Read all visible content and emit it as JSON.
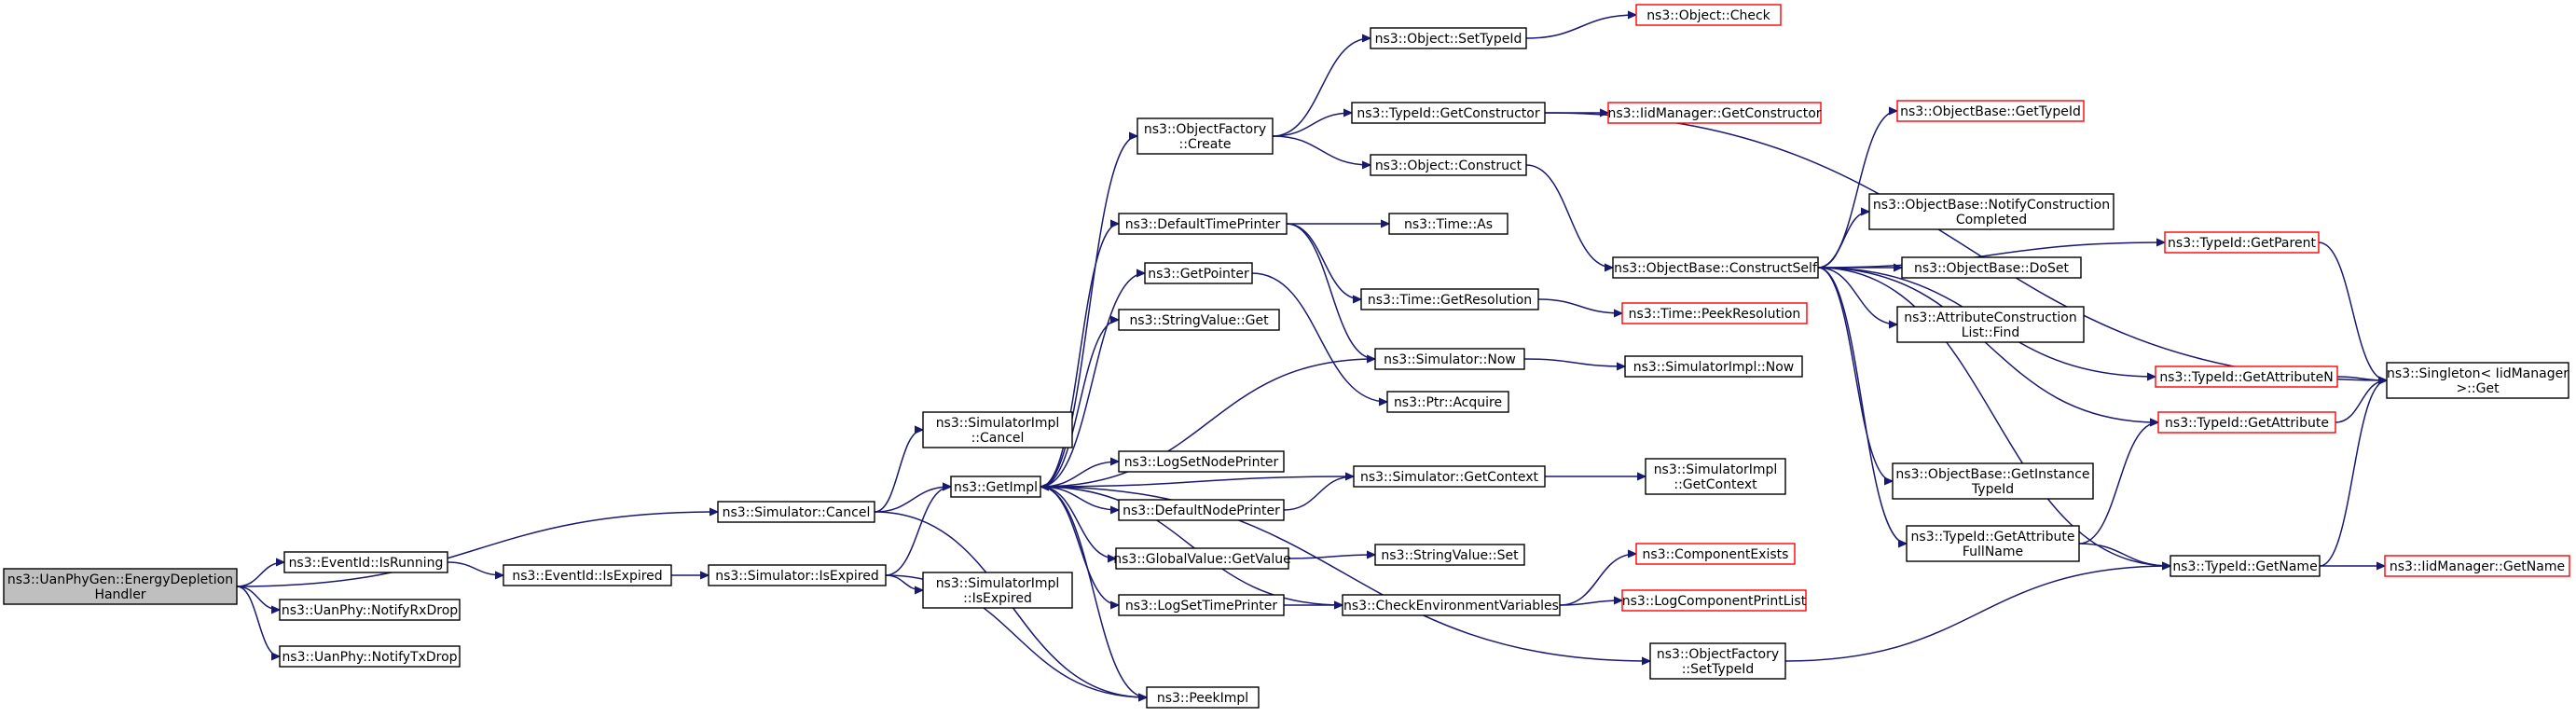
{
  "colors": {
    "edge": "#191970",
    "border": "#000000",
    "incomplete_border": "#ff0000",
    "root_fill": "#bfbfbf"
  },
  "nodes": [
    {
      "id": "uan_energy",
      "lines": [
        "ns3::UanPhyGen::EnergyDepletion",
        "Handler"
      ],
      "root": true,
      "red": false
    },
    {
      "id": "sim_cancel",
      "lines": [
        "ns3::Simulator::Cancel"
      ],
      "red": false
    },
    {
      "id": "eventid_isrunning",
      "lines": [
        "ns3::EventId::IsRunning"
      ],
      "red": false
    },
    {
      "id": "notify_rx",
      "lines": [
        "ns3::UanPhy::NotifyRxDrop"
      ],
      "red": false
    },
    {
      "id": "notify_tx",
      "lines": [
        "ns3::UanPhy::NotifyTxDrop"
      ],
      "red": false
    },
    {
      "id": "simimpl_cancel",
      "lines": [
        "ns3::SimulatorImpl",
        "::Cancel"
      ],
      "red": false
    },
    {
      "id": "getimpl",
      "lines": [
        "ns3::GetImpl"
      ],
      "red": false
    },
    {
      "id": "peekimpl",
      "lines": [
        "ns3::PeekImpl"
      ],
      "red": false
    },
    {
      "id": "eventid_isexpired",
      "lines": [
        "ns3::EventId::IsExpired"
      ],
      "red": false
    },
    {
      "id": "sim_isexpired",
      "lines": [
        "ns3::Simulator::IsExpired"
      ],
      "red": false
    },
    {
      "id": "simimpl_isexpired",
      "lines": [
        "ns3::SimulatorImpl",
        "::IsExpired"
      ],
      "red": false
    },
    {
      "id": "objfactory_create",
      "lines": [
        "ns3::ObjectFactory",
        "::Create"
      ],
      "red": false
    },
    {
      "id": "default_time_printer",
      "lines": [
        "ns3::DefaultTimePrinter"
      ],
      "red": false
    },
    {
      "id": "getpointer",
      "lines": [
        "ns3::GetPointer"
      ],
      "red": false
    },
    {
      "id": "stringvalue_get",
      "lines": [
        "ns3::StringValue::Get"
      ],
      "red": false
    },
    {
      "id": "lognodeprinter",
      "lines": [
        "ns3::LogSetNodePrinter"
      ],
      "red": false
    },
    {
      "id": "default_node_printer",
      "lines": [
        "ns3::DefaultNodePrinter"
      ],
      "red": false
    },
    {
      "id": "globalvalue_getvalue",
      "lines": [
        "ns3::GlobalValue::GetValue"
      ],
      "red": false
    },
    {
      "id": "logsettimeprinter",
      "lines": [
        "ns3::LogSetTimePrinter"
      ],
      "red": false
    },
    {
      "id": "object_settypeid",
      "lines": [
        "ns3::Object::SetTypeId"
      ],
      "red": false
    },
    {
      "id": "typeid_getconstructor",
      "lines": [
        "ns3::TypeId::GetConstructor"
      ],
      "red": false
    },
    {
      "id": "object_construct",
      "lines": [
        "ns3::Object::Construct"
      ],
      "red": false
    },
    {
      "id": "time_as",
      "lines": [
        "ns3::Time::As"
      ],
      "red": false
    },
    {
      "id": "time_getresolution",
      "lines": [
        "ns3::Time::GetResolution"
      ],
      "red": false
    },
    {
      "id": "simulator_now",
      "lines": [
        "ns3::Simulator::Now"
      ],
      "red": false
    },
    {
      "id": "ptr_acquire",
      "lines": [
        "ns3::Ptr::Acquire"
      ],
      "red": false
    },
    {
      "id": "simulator_getcontext",
      "lines": [
        "ns3::Simulator::GetContext"
      ],
      "red": false
    },
    {
      "id": "stringvalue_set",
      "lines": [
        "ns3::StringValue::Set"
      ],
      "red": false
    },
    {
      "id": "check_env",
      "lines": [
        "ns3::CheckEnvironmentVariables"
      ],
      "red": false
    },
    {
      "id": "objfactory_settypeid",
      "lines": [
        "ns3::ObjectFactory",
        "::SetTypeId"
      ],
      "red": false
    },
    {
      "id": "object_check",
      "lines": [
        "ns3::Object::Check"
      ],
      "red": true
    },
    {
      "id": "iidmanager_getconstructor",
      "lines": [
        "ns3::IidManager::GetConstructor"
      ],
      "red": true
    },
    {
      "id": "objectbase_constructself",
      "lines": [
        "ns3::ObjectBase::ConstructSelf"
      ],
      "red": false
    },
    {
      "id": "time_peekresolution",
      "lines": [
        "ns3::Time::PeekResolution"
      ],
      "red": true
    },
    {
      "id": "simimpl_now",
      "lines": [
        "ns3::SimulatorImpl::Now"
      ],
      "red": false
    },
    {
      "id": "simimpl_getcontext",
      "lines": [
        "ns3::SimulatorImpl",
        "::GetContext"
      ],
      "red": false
    },
    {
      "id": "componentexists",
      "lines": [
        "ns3::ComponentExists"
      ],
      "red": true
    },
    {
      "id": "logcomponentprintlist",
      "lines": [
        "ns3::LogComponentPrintList"
      ],
      "red": true
    },
    {
      "id": "objectbase_gettypeid",
      "lines": [
        "ns3::ObjectBase::GetTypeId"
      ],
      "red": true
    },
    {
      "id": "objectbase_notify",
      "lines": [
        "ns3::ObjectBase::NotifyConstruction",
        "Completed"
      ],
      "red": false
    },
    {
      "id": "objectbase_doset",
      "lines": [
        "ns3::ObjectBase::DoSet"
      ],
      "red": false
    },
    {
      "id": "attrconstr_find",
      "lines": [
        "ns3::AttributeConstruction",
        "List::Find"
      ],
      "red": false
    },
    {
      "id": "objectbase_getinstancetypeid",
      "lines": [
        "ns3::ObjectBase::GetInstance",
        "TypeId"
      ],
      "red": false
    },
    {
      "id": "typeid_getattributefullname",
      "lines": [
        "ns3::TypeId::GetAttribute",
        "FullName"
      ],
      "red": false
    },
    {
      "id": "typeid_getparent",
      "lines": [
        "ns3::TypeId::GetParent"
      ],
      "red": true
    },
    {
      "id": "typeid_getattributen",
      "lines": [
        "ns3::TypeId::GetAttributeN"
      ],
      "red": true
    },
    {
      "id": "typeid_getattribute",
      "lines": [
        "ns3::TypeId::GetAttribute"
      ],
      "red": true
    },
    {
      "id": "typeid_getname",
      "lines": [
        "ns3::TypeId::GetName"
      ],
      "red": false
    },
    {
      "id": "singleton_get",
      "lines": [
        "ns3::Singleton< IidManager",
        " >::Get"
      ],
      "red": false
    },
    {
      "id": "iidmanager_getname",
      "lines": [
        "ns3::IidManager::GetName"
      ],
      "red": true
    }
  ],
  "edges": [
    [
      "uan_energy",
      "sim_cancel"
    ],
    [
      "uan_energy",
      "eventid_isrunning"
    ],
    [
      "uan_energy",
      "notify_rx"
    ],
    [
      "uan_energy",
      "notify_tx"
    ],
    [
      "sim_cancel",
      "simimpl_cancel"
    ],
    [
      "sim_cancel",
      "getimpl"
    ],
    [
      "sim_cancel",
      "peekimpl"
    ],
    [
      "eventid_isrunning",
      "eventid_isexpired"
    ],
    [
      "eventid_isexpired",
      "sim_isexpired"
    ],
    [
      "sim_isexpired",
      "getimpl"
    ],
    [
      "sim_isexpired",
      "simimpl_isexpired"
    ],
    [
      "sim_isexpired",
      "peekimpl"
    ],
    [
      "getimpl",
      "objfactory_create"
    ],
    [
      "getimpl",
      "default_time_printer"
    ],
    [
      "getimpl",
      "getpointer"
    ],
    [
      "getimpl",
      "stringvalue_get"
    ],
    [
      "getimpl",
      "lognodeprinter"
    ],
    [
      "getimpl",
      "default_node_printer"
    ],
    [
      "getimpl",
      "globalvalue_getvalue"
    ],
    [
      "getimpl",
      "logsettimeprinter"
    ],
    [
      "getimpl",
      "check_env"
    ],
    [
      "getimpl",
      "objfactory_settypeid"
    ],
    [
      "getimpl",
      "peekimpl"
    ],
    [
      "simulator_now",
      "getimpl"
    ],
    [
      "simulator_getcontext",
      "getimpl"
    ],
    [
      "objfactory_create",
      "object_settypeid"
    ],
    [
      "objfactory_create",
      "typeid_getconstructor"
    ],
    [
      "objfactory_create",
      "object_construct"
    ],
    [
      "object_settypeid",
      "object_check"
    ],
    [
      "typeid_getconstructor",
      "iidmanager_getconstructor"
    ],
    [
      "typeid_getconstructor",
      "singleton_get"
    ],
    [
      "object_construct",
      "objectbase_constructself"
    ],
    [
      "default_time_printer",
      "time_as"
    ],
    [
      "default_time_printer",
      "time_getresolution"
    ],
    [
      "default_time_printer",
      "simulator_now"
    ],
    [
      "getpointer",
      "ptr_acquire"
    ],
    [
      "default_node_printer",
      "simulator_getcontext"
    ],
    [
      "globalvalue_getvalue",
      "stringvalue_set"
    ],
    [
      "logsettimeprinter",
      "check_env"
    ],
    [
      "time_getresolution",
      "time_peekresolution"
    ],
    [
      "simulator_now",
      "simimpl_now"
    ],
    [
      "simulator_getcontext",
      "simimpl_getcontext"
    ],
    [
      "check_env",
      "componentexists"
    ],
    [
      "check_env",
      "logcomponentprintlist"
    ],
    [
      "objfactory_settypeid",
      "typeid_getname"
    ],
    [
      "objectbase_constructself",
      "objectbase_gettypeid"
    ],
    [
      "objectbase_constructself",
      "objectbase_notify"
    ],
    [
      "objectbase_constructself",
      "objectbase_doset"
    ],
    [
      "objectbase_constructself",
      "attrconstr_find"
    ],
    [
      "objectbase_constructself",
      "objectbase_getinstancetypeid"
    ],
    [
      "objectbase_constructself",
      "typeid_getattributefullname"
    ],
    [
      "objectbase_constructself",
      "typeid_getparent"
    ],
    [
      "objectbase_constructself",
      "typeid_getattributen"
    ],
    [
      "objectbase_constructself",
      "typeid_getattribute"
    ],
    [
      "objectbase_constructself",
      "typeid_getname"
    ],
    [
      "typeid_getattributefullname",
      "typeid_getattribute"
    ],
    [
      "typeid_getattributefullname",
      "typeid_getname"
    ],
    [
      "typeid_getparent",
      "singleton_get"
    ],
    [
      "typeid_getattributen",
      "singleton_get"
    ],
    [
      "typeid_getattribute",
      "singleton_get"
    ],
    [
      "typeid_getname",
      "singleton_get"
    ],
    [
      "typeid_getname",
      "iidmanager_getname"
    ]
  ]
}
